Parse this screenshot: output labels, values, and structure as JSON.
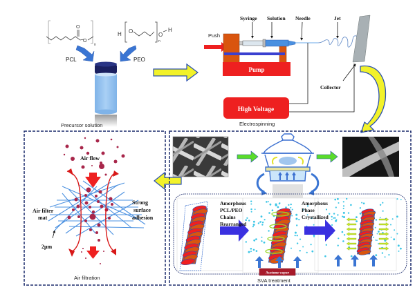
{
  "precursor": {
    "pcl_label": "PCL",
    "peo_label": "PEO",
    "pcl_subscript": "n",
    "peo_subscript": "n",
    "peo_h_left": "H",
    "peo_h_right": "H",
    "pcl_o_carbonyl": "O",
    "pcl_o_ester": "O",
    "peo_o_left": "O",
    "peo_o_right": "O",
    "caption": "Precursor solution"
  },
  "electrospinning": {
    "push_label": "Push",
    "syringe_label": "Syringe",
    "solution_label": "Solution",
    "needle_label": "Needle",
    "jet_label": "Jet",
    "pump_label": "Pump",
    "collector_label": "Collector",
    "high_voltage_label": "High Voltage",
    "caption": "Electrospinning"
  },
  "sva": {
    "stage1_label": [
      "Amorphous",
      "PCL/PEO",
      "Chains",
      "Rearranged"
    ],
    "stage2_label": [
      "Amorphous",
      "Phase",
      "Crystallized"
    ],
    "acetone_label": "Acetone vapor",
    "caption": "SVA treatment"
  },
  "filtration": {
    "air_flow_label": "Air flow",
    "filter_mat_label": [
      "Air filter",
      "mat"
    ],
    "adhesion_label": [
      "Strong",
      "surface",
      "adhesion"
    ],
    "scale_label": "2μm",
    "caption": "Air filtration"
  },
  "colors": {
    "frame": "#1a2a6c",
    "red": "#f01f1f",
    "orange": "#d9550e",
    "yellow": "#f2f22a",
    "blue_arrow": "#3a6fd0",
    "particle": "#a8264a",
    "fiber": "#4a90e0",
    "vapor": "#3cc6e6",
    "green": "#5adc2a"
  }
}
